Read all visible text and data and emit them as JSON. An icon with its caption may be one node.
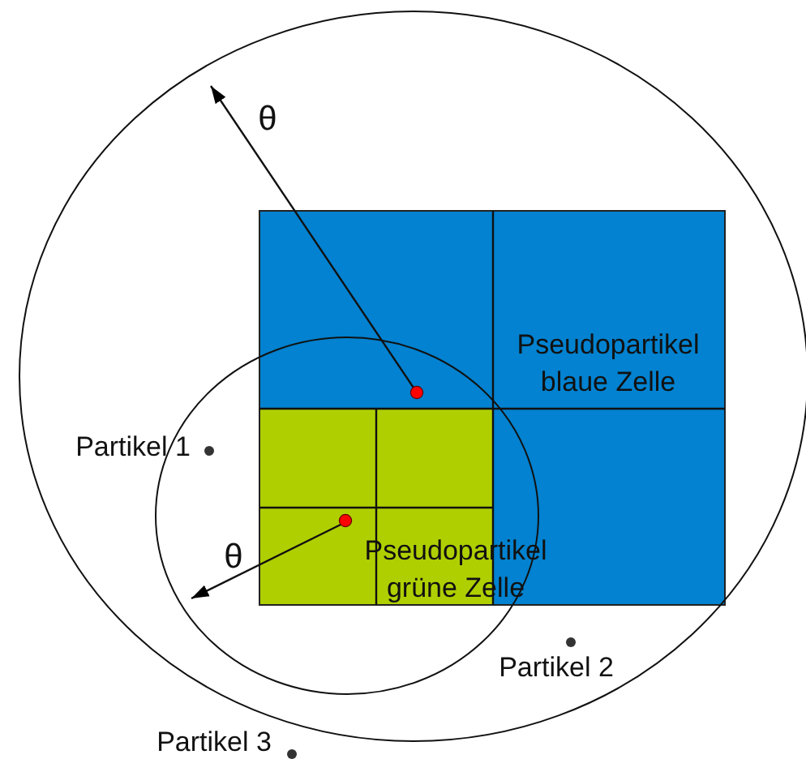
{
  "diagram": {
    "labels": [
      "θ",
      "Pseudopartikel blaue Zelle",
      "Partikel 1",
      "θ",
      "Pseudopartikel grüne Zelle",
      "Partikel 2",
      "Partikel 3"
    ]
  }
}
